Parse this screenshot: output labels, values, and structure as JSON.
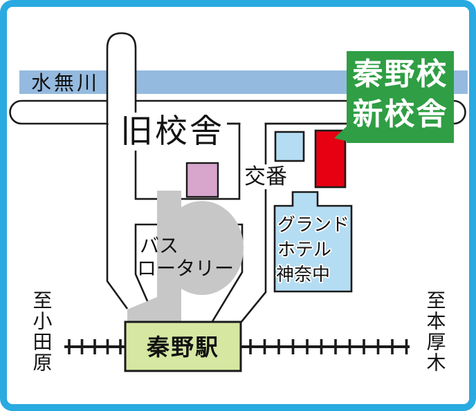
{
  "colors": {
    "frame": "#29aae1",
    "river": "#95badf",
    "line_black": "#1a1a1a",
    "badge_green": "#2f9e44",
    "new_building_red": "#e60012",
    "old_building_pink": "#d8a5cd",
    "rotary_gray": "#c7c7c7",
    "station_green": "#d6e7a2",
    "building_blue": "#b4ddf3",
    "road_white": "#ffffff"
  },
  "badge": {
    "line1": "秦野校",
    "line2": "新校舎"
  },
  "river": {
    "label": "水無川"
  },
  "landmarks": {
    "old_school_label": "旧校舎",
    "police_label": "交番",
    "bus_rotary_line1": "バス",
    "bus_rotary_line2": "ロータリー",
    "hotel_line1": "グランド",
    "hotel_line2": "ホテル",
    "hotel_line3": "神奈中",
    "station_label": "秦野駅"
  },
  "directions": {
    "left": "至小田原",
    "right": "至本厚木"
  }
}
